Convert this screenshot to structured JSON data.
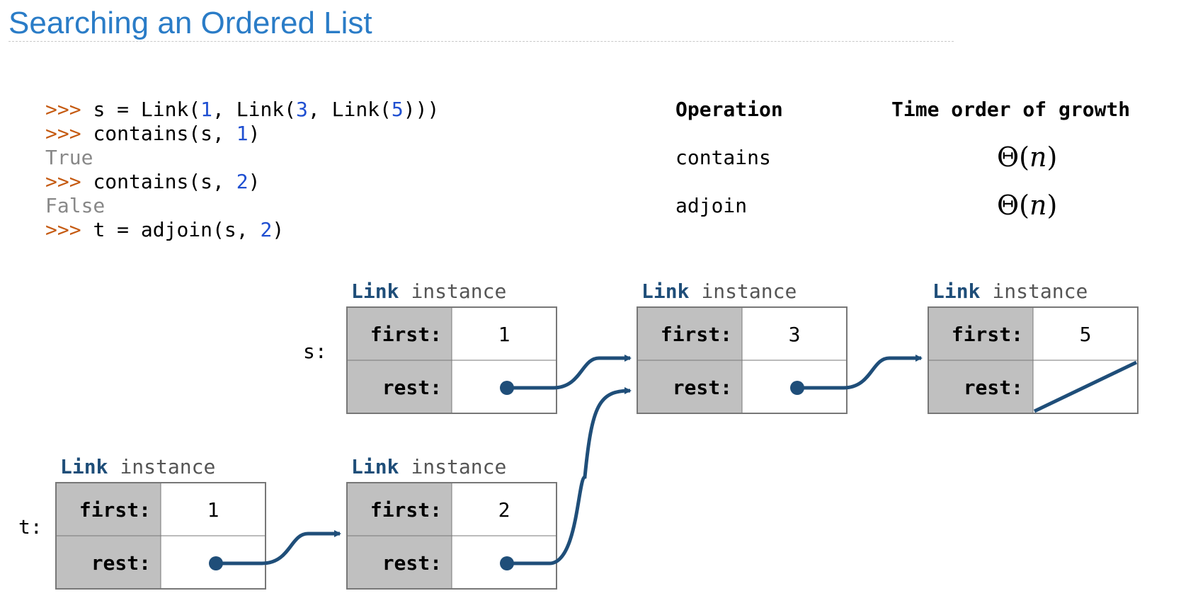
{
  "title": "Searching an Ordered List",
  "code": [
    [
      {
        "t": ">>> ",
        "k": "prompt"
      },
      {
        "t": "s = Link(",
        "k": "code"
      },
      {
        "t": "1",
        "k": "num"
      },
      {
        "t": ", Link(",
        "k": "code"
      },
      {
        "t": "3",
        "k": "num"
      },
      {
        "t": ", Link(",
        "k": "code"
      },
      {
        "t": "5",
        "k": "num"
      },
      {
        "t": ")))",
        "k": "code"
      }
    ],
    [
      {
        "t": ">>> ",
        "k": "prompt"
      },
      {
        "t": "contains(s, ",
        "k": "code"
      },
      {
        "t": "1",
        "k": "num"
      },
      {
        "t": ")",
        "k": "code"
      }
    ],
    [
      {
        "t": "True",
        "k": "out"
      }
    ],
    [
      {
        "t": ">>> ",
        "k": "prompt"
      },
      {
        "t": "contains(s, ",
        "k": "code"
      },
      {
        "t": "2",
        "k": "num"
      },
      {
        "t": ")",
        "k": "code"
      }
    ],
    [
      {
        "t": "False",
        "k": "out"
      }
    ],
    [
      {
        "t": ">>> ",
        "k": "prompt"
      },
      {
        "t": "t = adjoin(s, ",
        "k": "code"
      },
      {
        "t": "2",
        "k": "num"
      },
      {
        "t": ")",
        "k": "code"
      }
    ]
  ],
  "table": {
    "header": {
      "operation": "Operation",
      "growth": "Time order of growth"
    },
    "rows": [
      {
        "operation": "contains",
        "theta": "Θ",
        "lparen": "(",
        "var": "n",
        "rparen": ")"
      },
      {
        "operation": "adjoin",
        "theta": "Θ",
        "lparen": "(",
        "var": "n",
        "rparen": ")"
      }
    ]
  },
  "diagram": {
    "instance_word_bold": "Link",
    "instance_word": "instance",
    "first_label": "first:",
    "rest_label": "rest:",
    "var_labels": {
      "s": "s:",
      "t": "t:"
    },
    "links": [
      {
        "id": "s1",
        "first": "1",
        "rest": "pointer"
      },
      {
        "id": "s3",
        "first": "3",
        "rest": "pointer"
      },
      {
        "id": "s5",
        "first": "5",
        "rest": "empty"
      },
      {
        "id": "t1",
        "first": "1",
        "rest": "pointer"
      },
      {
        "id": "t2",
        "first": "2",
        "rest": "pointer"
      }
    ],
    "arrows": [
      {
        "from": "s1",
        "to": "s3"
      },
      {
        "from": "s3",
        "to": "s5"
      },
      {
        "from": "t1",
        "to": "t2"
      },
      {
        "from": "t2",
        "to": "s3"
      }
    ]
  },
  "colors": {
    "title": "#2a7cc7",
    "prompt": "#c55a11",
    "number": "#1f4fd1",
    "output": "#888888",
    "link_bold": "#1f4e79",
    "link_instance": "#555555",
    "label_cell": "#c0c0c0",
    "arrow": "#1f4e79"
  }
}
